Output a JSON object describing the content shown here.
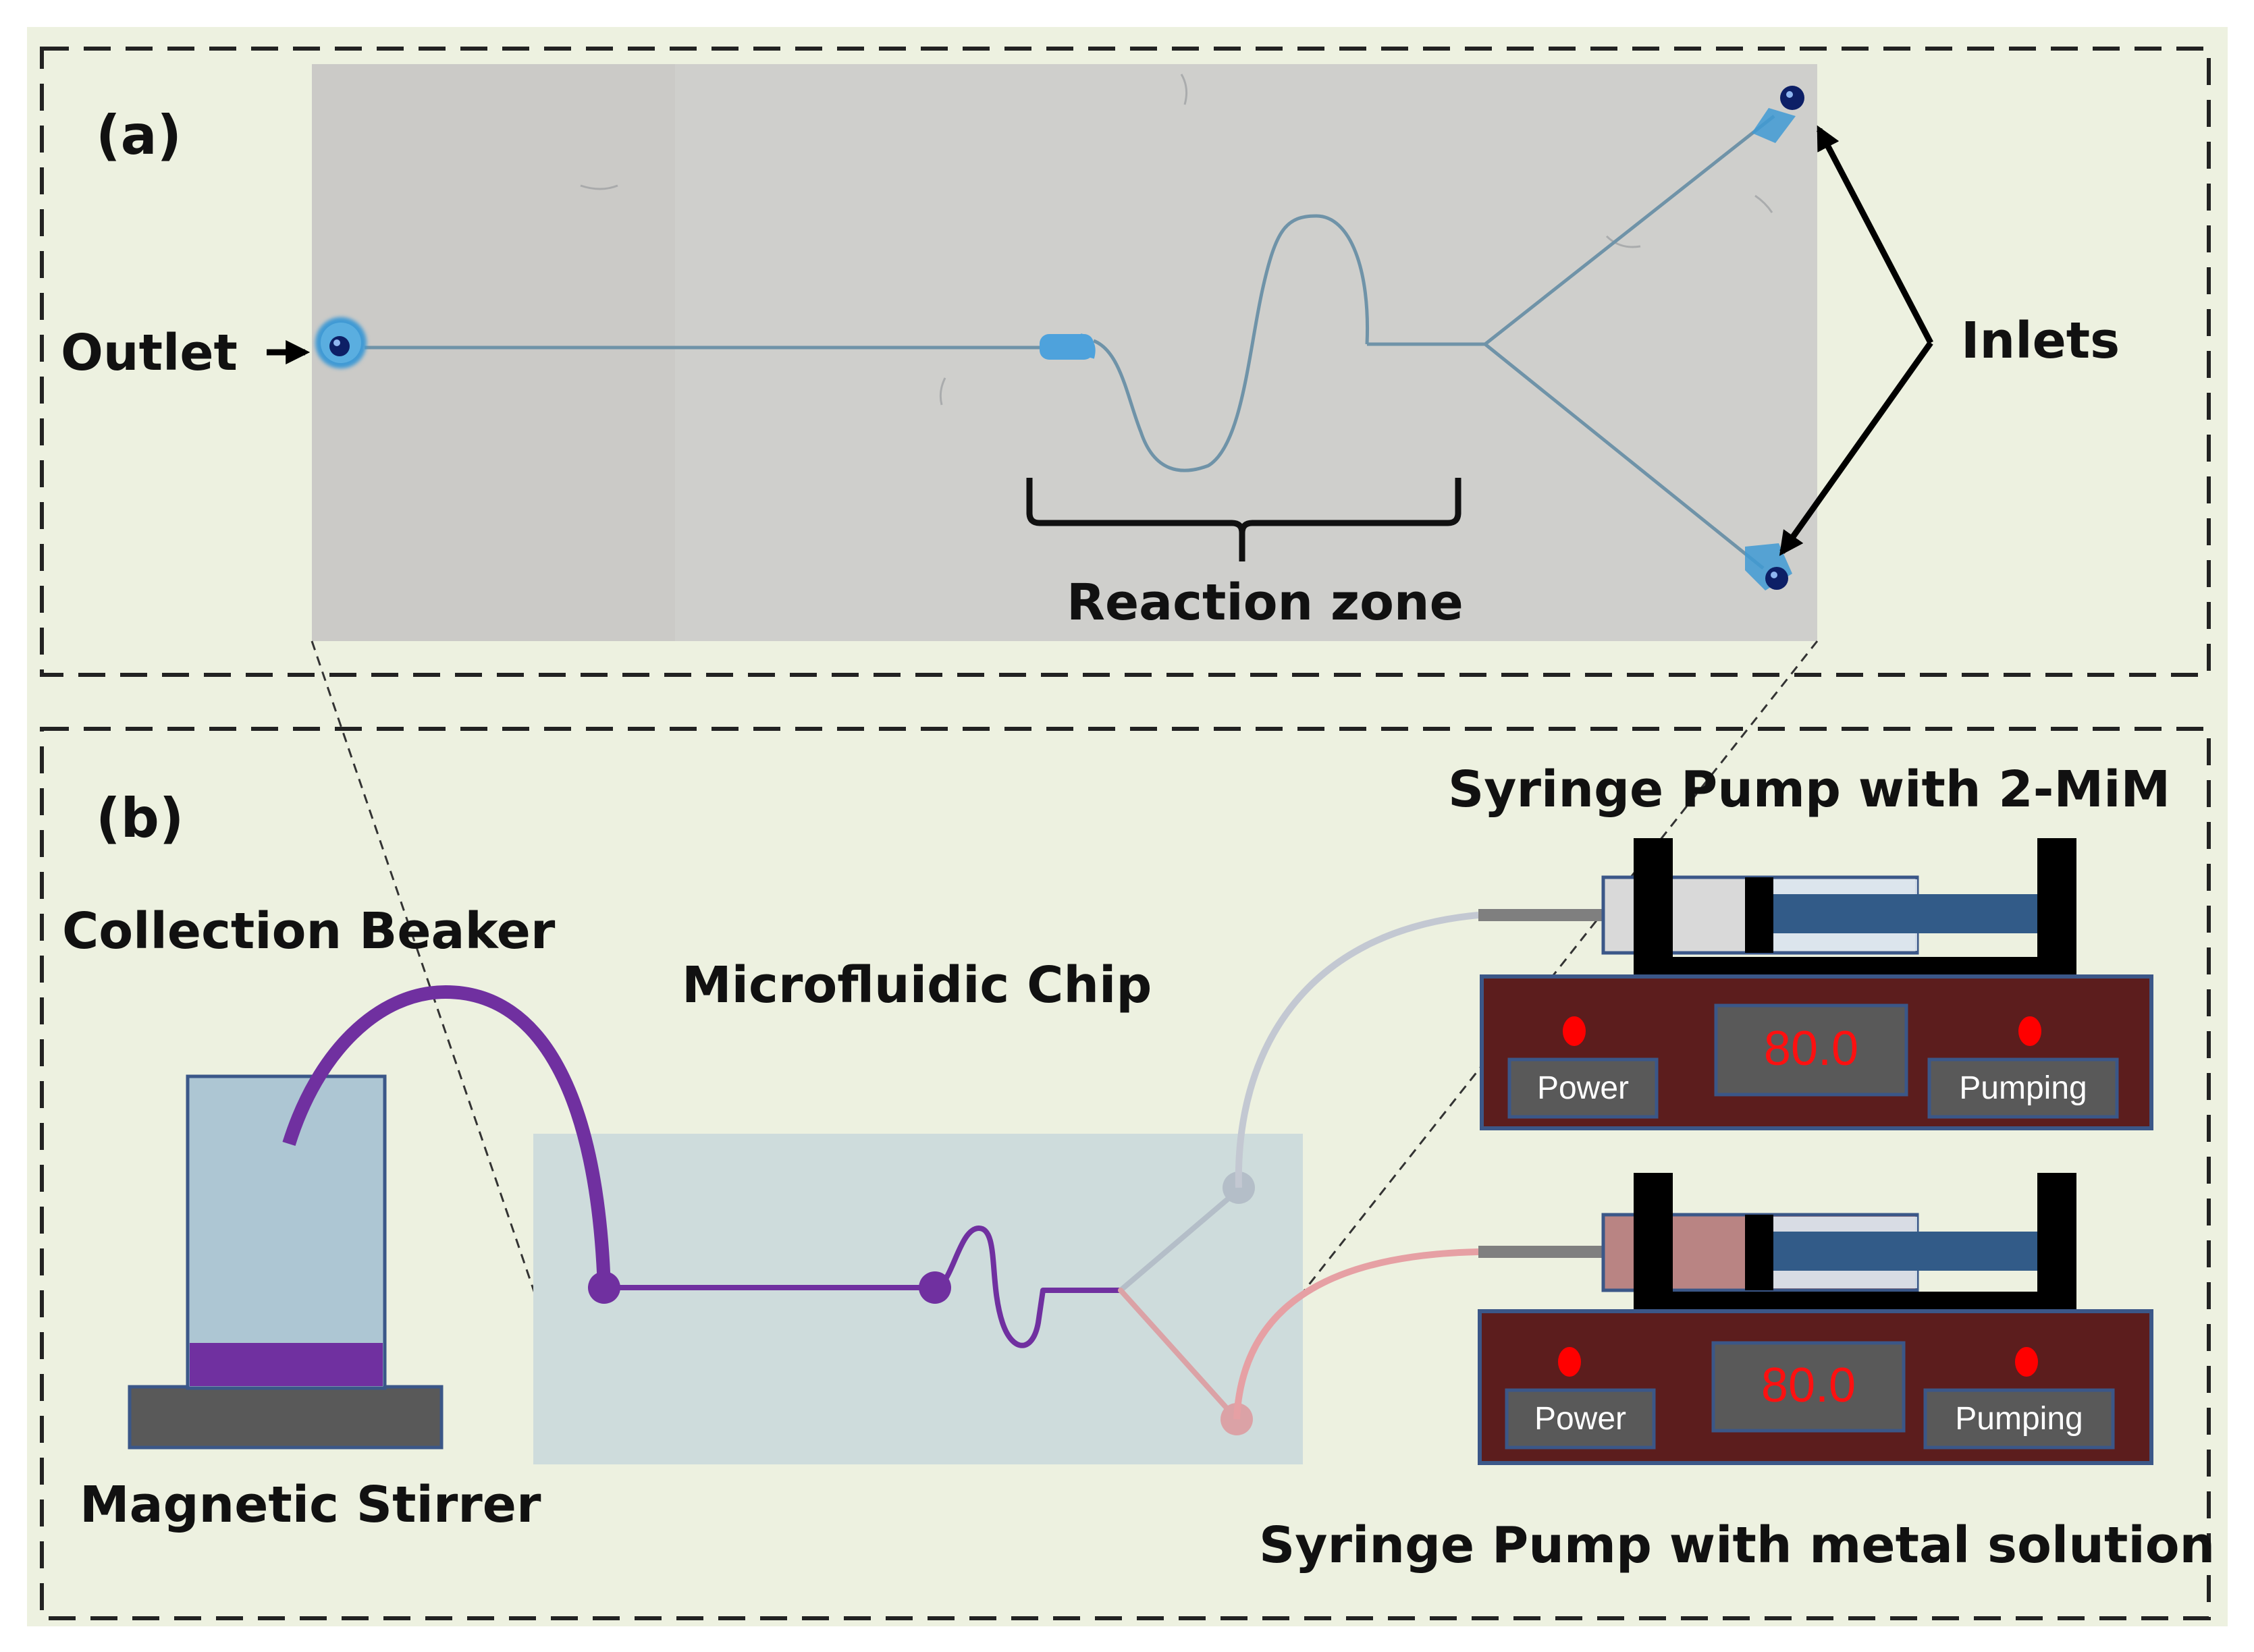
{
  "panel_a": {
    "label": "(a)",
    "outlet_label": "Outlet",
    "inlets_label": "Inlets",
    "reaction_zone_label": "Reaction zone"
  },
  "panel_b": {
    "label": "(b)",
    "collection_beaker_label": "Collection Beaker",
    "magnetic_stirrer_label": "Magnetic Stirrer",
    "microfluidic_chip_label": "Microfluidic Chip",
    "pump_top": {
      "title": "Syringe Pump with 2-MiM",
      "display": "80.0",
      "power_label": "Power",
      "pumping_label": "Pumping"
    },
    "pump_bottom": {
      "title": "Syringe Pump with metal solution",
      "display": "80.0",
      "power_label": "Power",
      "pumping_label": "Pumping"
    }
  },
  "colors": {
    "background": "#edf1e0",
    "pump_body": "#5c1d1d",
    "purple_tubing": "#7030a0",
    "grey_tubing": "#c3c8d2",
    "pink_tubing": "#e6a0a4",
    "chip": "#cedcdc"
  }
}
